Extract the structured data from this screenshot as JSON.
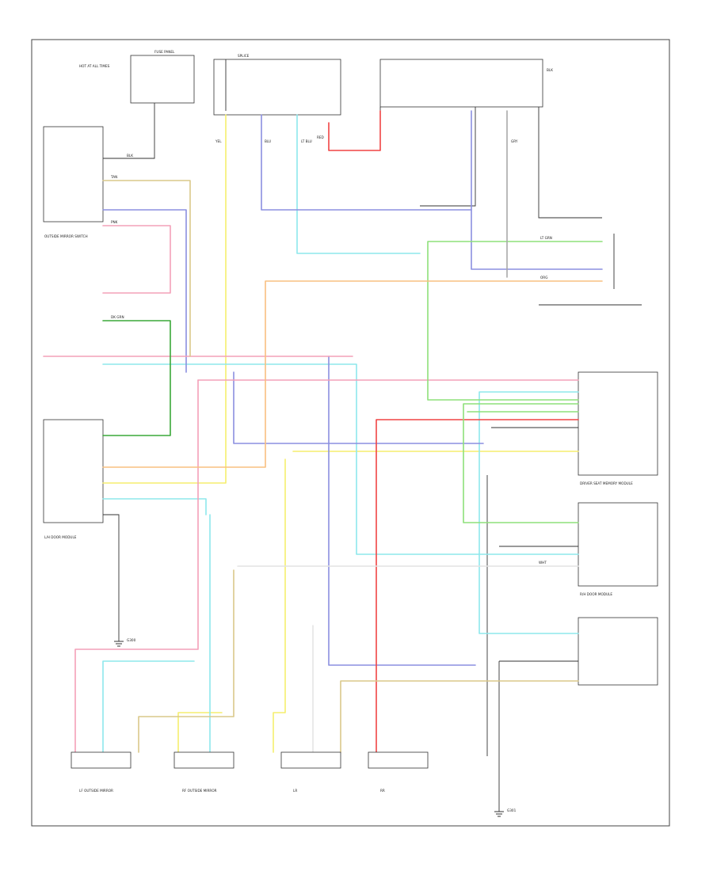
{
  "figure_number": "",
  "colors": {
    "black": "#333333",
    "yellow": "#f5ee6e",
    "light_blue": "#8de8ec",
    "blue": "#8b8fe0",
    "red": "#f04444",
    "pink": "#f4a0b8",
    "light_green": "#8ee07a",
    "green": "#3aa838",
    "orange": "#f8c080",
    "tan": "#dac88a",
    "gray": "#a8a8a8",
    "white": "#e4e4e4"
  },
  "labels": {
    "hot_at_all_times": "HOT AT ALL TIMES",
    "fuse_panel": "FUSE PANEL",
    "relay_label": "BLK",
    "junction": "SPLICE",
    "mirror_switch": "OUTSIDE MIRROR SWITCH",
    "lh_door_module": "L/H DOOR MODULE",
    "rh_door_module": "R/H DOOR MODULE",
    "driver_memory": "DRIVER SEAT MEMORY MODULE",
    "lf_mirror": "LF OUTSIDE MIRROR",
    "rf_mirror": "RF OUTSIDE MIRROR",
    "lr_mirror": "LR",
    "rr_mirror": "RR",
    "ground": "G300",
    "ground2": "G301"
  },
  "wire_tags": {
    "ylw": "YEL",
    "lbl": "LT BLU",
    "blu": "BLU",
    "red": "RED",
    "pnk": "PNK",
    "lgn": "LT GRN",
    "grn": "DK GRN",
    "org": "ORG",
    "tan": "TAN",
    "gry": "GRY",
    "wht": "WHT",
    "blk": "BLK"
  }
}
